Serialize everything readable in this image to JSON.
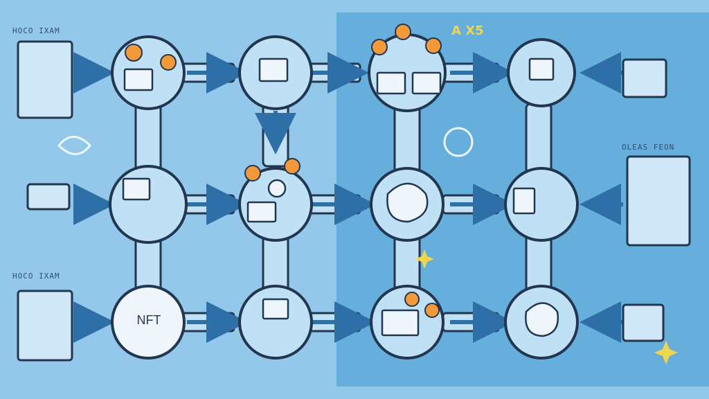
{
  "diagram": {
    "labels": {
      "top_left": "HOCO IXAM",
      "bottom_left": "HOCO IXAM",
      "right_mid": "OLEAS FEON",
      "brand": "A X5",
      "node_nft": "NFT"
    },
    "colors": {
      "background": "#93c8ea",
      "panel": "#66aedb",
      "node_fill": "#bfe0f5",
      "stroke": "#23364f",
      "accent": "#f29a3a",
      "sparkle": "#f0d64a"
    },
    "nodes": [
      {
        "id": "n11",
        "icon": "screen-chat-icon"
      },
      {
        "id": "n12",
        "icon": "monitor-icon"
      },
      {
        "id": "n13",
        "icon": "desktop-cluster-icon"
      },
      {
        "id": "n14",
        "icon": "cloud-server-icon"
      },
      {
        "id": "n21",
        "icon": "globe-screen-icon"
      },
      {
        "id": "n22",
        "icon": "lightbulb-idea-icon"
      },
      {
        "id": "n23",
        "icon": "network-blob-icon"
      },
      {
        "id": "n24",
        "icon": "devices-icon"
      },
      {
        "id": "n31",
        "icon": "nft-token-icon"
      },
      {
        "id": "n32",
        "icon": "globe-doc-icon"
      },
      {
        "id": "n33",
        "icon": "computer-gear-icon"
      },
      {
        "id": "n34",
        "icon": "data-sphere-icon"
      }
    ]
  }
}
